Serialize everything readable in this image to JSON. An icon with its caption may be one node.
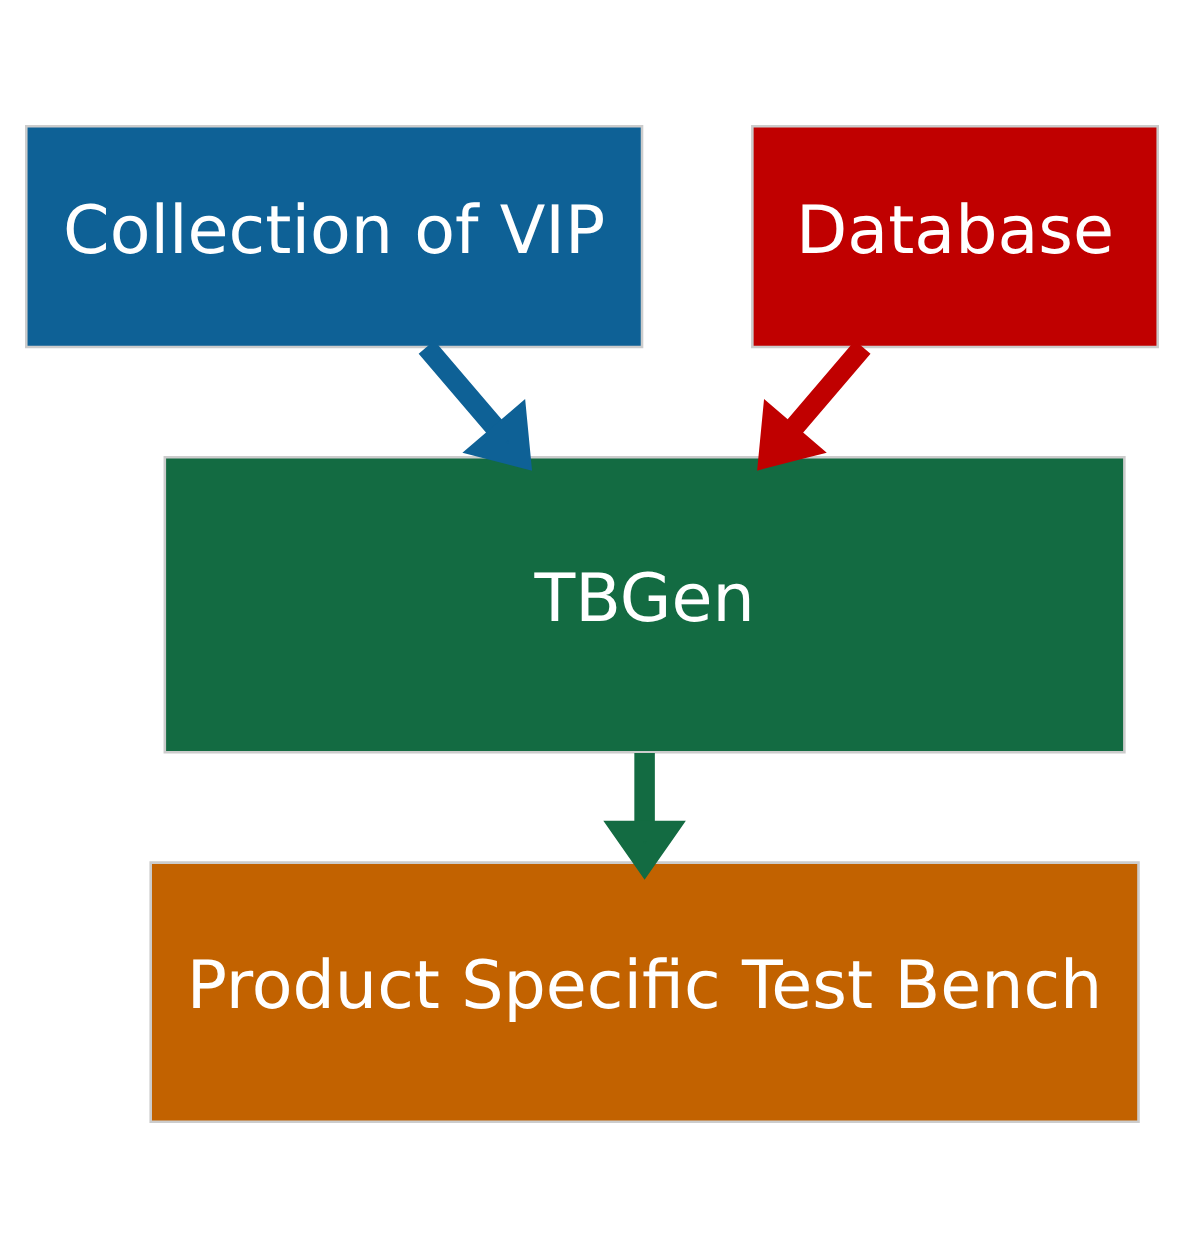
{
  "diagram": {
    "nodes": [
      {
        "text": [
          "Collection of VIP"
        ]
      },
      {
        "text": [
          "Database"
        ]
      },
      {
        "text": [
          "TBGen"
        ]
      },
      {
        "text": [
          "Product Specific Test Bench"
        ]
      }
    ],
    "edges": [
      {
        "from": 0,
        "to": 2,
        "arrow": "to",
        "color": "#0e6196"
      },
      {
        "from": 1,
        "to": 2,
        "arrow": "to",
        "color": "#c00000"
      },
      {
        "from": 2,
        "to": 3,
        "arrow": "to",
        "color": "#136b42"
      }
    ]
  }
}
